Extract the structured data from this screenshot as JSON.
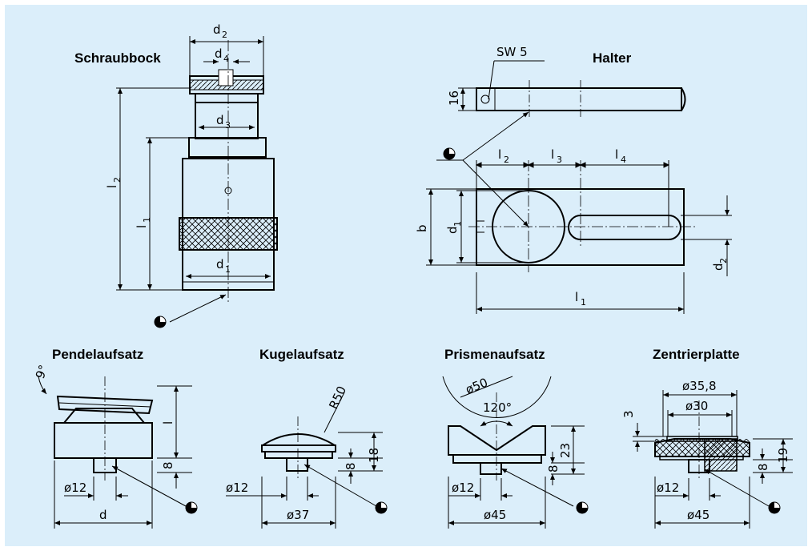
{
  "titles": {
    "schraubbock": "Schraubbock",
    "halter": "Halter",
    "pendel": "Pendelaufsatz",
    "kugel": "Kugelaufsatz",
    "prismen": "Prismenaufsatz",
    "zentrier": "Zentrierplatte"
  },
  "schraubbock": {
    "d2": "d",
    "d2_sub": "2",
    "d4": "d",
    "d4_sub": "4",
    "d3": "d",
    "d3_sub": "3",
    "d1": "d",
    "d1_sub": "1",
    "l2": "l",
    "l2_sub": "2",
    "l1": "l",
    "l1_sub": "1"
  },
  "halter": {
    "sw": "SW 5",
    "h16": "16",
    "l2": "l",
    "l2_sub": "2",
    "l3": "l",
    "l3_sub": "3",
    "l4": "l",
    "l4_sub": "4",
    "b": "b",
    "d1": "d",
    "d1_sub": "1",
    "d2": "d",
    "d2_sub": "2",
    "l1": "l",
    "l1_sub": "1"
  },
  "pendel": {
    "angle": "9°",
    "l": "l",
    "h8": "8",
    "dia": "ø12",
    "d": "d"
  },
  "kugel": {
    "radius": "R50",
    "h8": "8",
    "h18": "18",
    "dia12": "ø12",
    "dia37": "ø37"
  },
  "prismen": {
    "dia50": "ø50",
    "angle": "120°",
    "h23": "23",
    "h8": "8",
    "dia12": "ø12",
    "dia45": "ø45"
  },
  "zentrier": {
    "dia358": "ø35,8",
    "dia30": "ø30",
    "h3": "3",
    "h8": "8",
    "h19": "19",
    "dia12": "ø12",
    "dia45": "ø45"
  }
}
